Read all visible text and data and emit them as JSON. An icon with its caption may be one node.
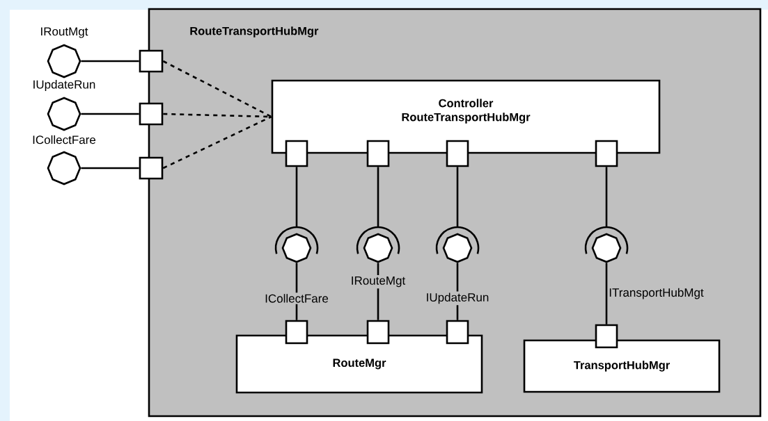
{
  "diagram": {
    "nodes": [
      {
        "text": [
          "RouteTransportHubMgr"
        ]
      },
      {
        "text": [
          "Controller",
          "RouteTransportHubMgr"
        ],
        "in": 0
      },
      {
        "text": [
          "RouteMgr"
        ],
        "in": 0
      },
      {
        "text": [
          "TransportHubMgr"
        ],
        "in": 0
      },
      {
        "text": [],
        "shape": "circle",
        "beside": [
          "IRoutMgt"
        ]
      },
      {
        "text": [],
        "shape": "circle",
        "beside": [
          "IUpdateRun"
        ]
      },
      {
        "text": [],
        "shape": "circle",
        "beside": [
          "ICollectFare"
        ]
      },
      {
        "text": [],
        "shape": "box"
      },
      {
        "text": [],
        "shape": "box"
      },
      {
        "text": [],
        "shape": "box"
      },
      {
        "text": [],
        "shape": "box",
        "in": 0
      },
      {
        "text": [],
        "shape": "box",
        "in": 0
      },
      {
        "text": [],
        "shape": "box",
        "in": 0
      },
      {
        "text": [],
        "shape": "box",
        "in": 0
      },
      {
        "text": [],
        "shape": "socket",
        "in": 0
      },
      {
        "text": [],
        "shape": "socket",
        "in": 0
      },
      {
        "text": [],
        "shape": "socket",
        "in": 0
      },
      {
        "text": [],
        "shape": "socket",
        "in": 0
      },
      {
        "text": [],
        "shape": "box",
        "in": 0
      },
      {
        "text": [],
        "shape": "box",
        "in": 0
      },
      {
        "text": [],
        "shape": "box",
        "in": 0
      },
      {
        "text": [],
        "shape": "box",
        "in": 0
      }
    ],
    "edges": [
      {
        "from": 4,
        "to": 7,
        "arrow": "none"
      },
      {
        "from": 5,
        "to": 8,
        "arrow": "none"
      },
      {
        "from": 6,
        "to": 9,
        "arrow": "none"
      },
      {
        "from": 7,
        "to": 1,
        "arrow": "none",
        "style": "dashed"
      },
      {
        "from": 8,
        "to": 1,
        "arrow": "none",
        "style": "dashed"
      },
      {
        "from": 9,
        "to": 1,
        "arrow": "none",
        "style": "dashed"
      },
      {
        "from": 10,
        "to": 14,
        "arrow": "none"
      },
      {
        "from": 11,
        "to": 15,
        "arrow": "none"
      },
      {
        "from": 12,
        "to": 16,
        "arrow": "none"
      },
      {
        "from": 13,
        "to": 17,
        "arrow": "none"
      },
      {
        "from": 14,
        "to": 18,
        "arrow": "none",
        "label": "ICollectFare"
      },
      {
        "from": 15,
        "to": 19,
        "arrow": "none",
        "label": "IRouteMgt"
      },
      {
        "from": 16,
        "to": 20,
        "arrow": "none",
        "label": "IUpdateRun"
      },
      {
        "from": 17,
        "to": 21,
        "arrow": "none",
        "label": "ITransportHubMgt"
      }
    ]
  }
}
